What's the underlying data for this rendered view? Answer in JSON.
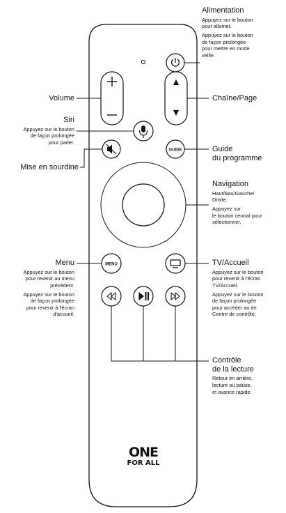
{
  "labels": {
    "power": {
      "title": "Alimentation",
      "desc": [
        "Appuyez sur le bouton",
        "pour allumer.",
        "Appuyez sur le bouton",
        "de façon prolongée",
        "pour mettre en mode",
        "veille."
      ]
    },
    "channel": {
      "title": "Chaîne/Page"
    },
    "guide": {
      "title_lines": [
        "Guide",
        "du programme"
      ]
    },
    "navigation": {
      "title": "Navigation",
      "desc": [
        "Haut/Bas/Gauche/",
        "Droite.",
        "Appuyez sur",
        "le bouton central pour",
        "sélectionner."
      ]
    },
    "tv_home": {
      "title": "TV/Accueil",
      "desc": [
        "Appuyez sur le bouton",
        "pour revenir à l'écran",
        "TV/Accueil.",
        "Appuyez sur le bouton",
        "de façon prolongée",
        "pour accéder au de",
        "Centre de contrôle."
      ]
    },
    "playback": {
      "title_lines": [
        "Contrôle",
        "de la lecture"
      ],
      "desc": [
        "Retour en arrière,",
        "lecture ou pause,",
        "et avance rapide."
      ]
    },
    "volume": {
      "title": "Volume"
    },
    "siri": {
      "title": "Siri",
      "desc": [
        "Appuyez sur le bouton",
        "de façon prolongée",
        "pour parler."
      ]
    },
    "mute": {
      "title": "Mise en sourdine"
    },
    "menu": {
      "title": "Menu",
      "desc": [
        "Appuyez sur le bouton",
        "pour revenir au menu",
        "précédent.",
        "Appuyez sur le bouton",
        "de façon prolongée",
        "pour revenir à l'écran",
        "d'accueil."
      ]
    }
  },
  "buttons": {
    "guide_text": "GUIDE",
    "menu_text": "MENU"
  },
  "logo": {
    "line1": "ONE",
    "line2": "FOR ALL"
  }
}
